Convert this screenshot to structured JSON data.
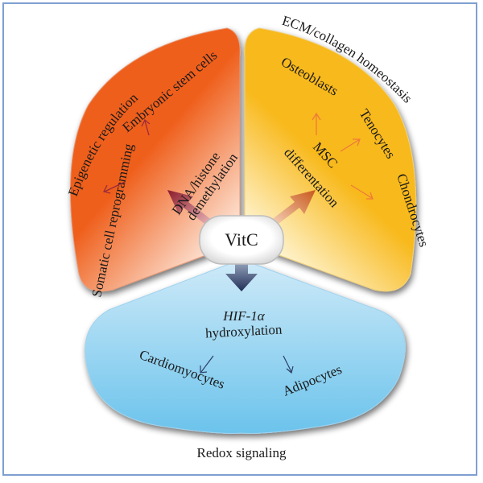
{
  "center": {
    "label": "VitC",
    "color": "#8b1a3a"
  },
  "sections": [
    {
      "id": "epigenetic",
      "outer_label": "Epigenetic regulation",
      "mechanism": [
        "DNA/histone",
        "demethylation"
      ],
      "outcomes": [
        "Embryonic stem cells",
        "Somatic cell reprogramming"
      ],
      "fill_dark": "#ef5f1c",
      "fill_light": "#fde6d8",
      "arrow_color": "#9a2b3a"
    },
    {
      "id": "ecm",
      "outer_label": "ECM/collagen homeostasis",
      "mechanism": [
        "MSC",
        "differentation"
      ],
      "outcomes": [
        "Osteoblasts",
        "Tenocytes",
        "Chondrocytes"
      ],
      "fill_dark": "#f8b91c",
      "fill_light": "#fff8dc",
      "arrow_color": "#e07a3a"
    },
    {
      "id": "redox",
      "outer_label": "Redox signaling",
      "mechanism": [
        "HIF-1α",
        "hydroxylation"
      ],
      "outcomes": [
        "Cardiomyocytes",
        "Adipocytes"
      ],
      "fill_dark": "#6bc3ec",
      "fill_light": "#cfeaf8",
      "arrow_color": "#2c3e66"
    }
  ]
}
